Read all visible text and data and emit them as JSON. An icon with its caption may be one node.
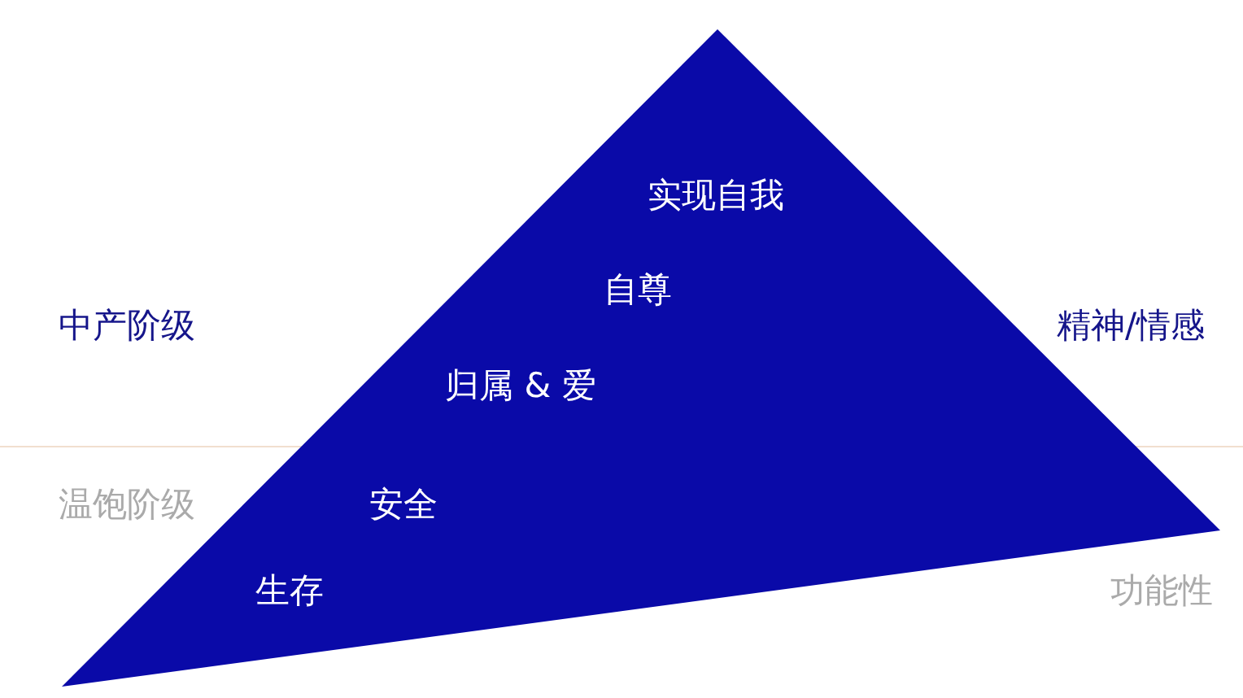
{
  "diagram": {
    "nodes": [
      {
        "text": [
          "实现自我",
          "自尊",
          "归属 & 爱",
          "安全",
          "生存"
        ]
      }
    ],
    "labels": [
      "中产阶级",
      "精神/情感",
      "温饱阶级",
      "功能性"
    ]
  }
}
